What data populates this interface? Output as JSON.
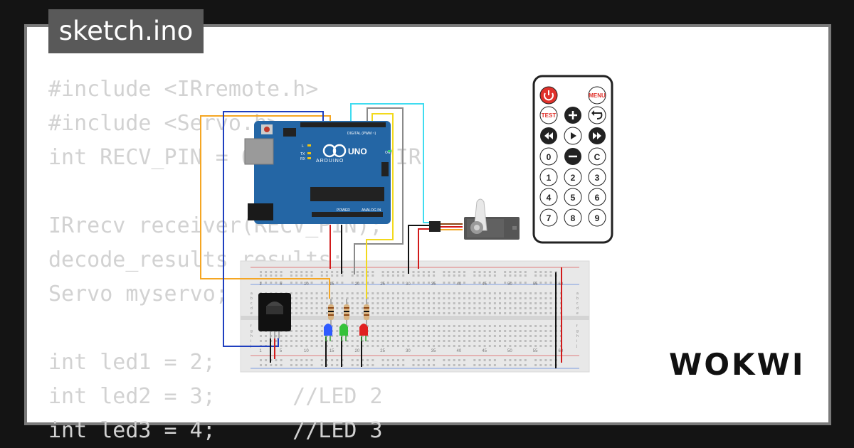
{
  "tab": {
    "filename": "sketch.ino"
  },
  "code_lines": [
    "#include <IRremote.h>",
    "#include <Servo.h>",
    "int RECV_PIN = 6;        //IR",
    "",
    "IRrecv receiver(RECV_PIN);",
    "decode_results results;",
    "Servo myservo;",
    "",
    "int led1 = 2;",
    "int led2 = 3;      //LED 2",
    "int led3 = 4;      //LED 3"
  ],
  "brand": {
    "logo_text": "WOKWI"
  },
  "arduino": {
    "board_name": "UNO",
    "brand_label": "ARDUINO",
    "digital_label": "DIGITAL (PWM ~)",
    "power_label": "POWER",
    "analog_label": "ANALOG IN",
    "on_label": "ON",
    "l_label": "L",
    "tx_label": "TX",
    "rx_label": "RX"
  },
  "remote": {
    "power_icon": "power-icon",
    "menu_label": "MENU",
    "test_label": "TEST",
    "plus_icon": "plus-icon",
    "back_icon": "back-icon",
    "rewind_icon": "rewind-icon",
    "play_icon": "play-icon",
    "forward_icon": "fast-forward-icon",
    "minus_icon": "minus-icon",
    "key_0": "0",
    "key_c": "C",
    "keys": [
      "1",
      "2",
      "3",
      "4",
      "5",
      "6",
      "7",
      "8",
      "9"
    ]
  },
  "breadboard": {
    "column_numbers": [
      "1",
      "5",
      "10",
      "15",
      "20",
      "25",
      "30",
      "35",
      "40",
      "45",
      "50",
      "55",
      "60"
    ],
    "row_letters_top": [
      "a",
      "b",
      "c",
      "d",
      "e"
    ],
    "row_letters_bottom": [
      "f",
      "g",
      "h",
      "i",
      "j"
    ]
  },
  "colors": {
    "board_blue": "#2466a5",
    "wire_orange": "#f5a623",
    "wire_blue": "#1f3fbf",
    "wire_cyan": "#3fdcf0",
    "wire_yellow": "#f2d91c",
    "wire_gray": "#8a8a8a",
    "wire_black": "#111111",
    "wire_red": "#d11a1a",
    "led_blue": "#2f5bff",
    "led_green": "#35c23a",
    "led_red": "#e02020",
    "remote_red": "#e0312b"
  }
}
